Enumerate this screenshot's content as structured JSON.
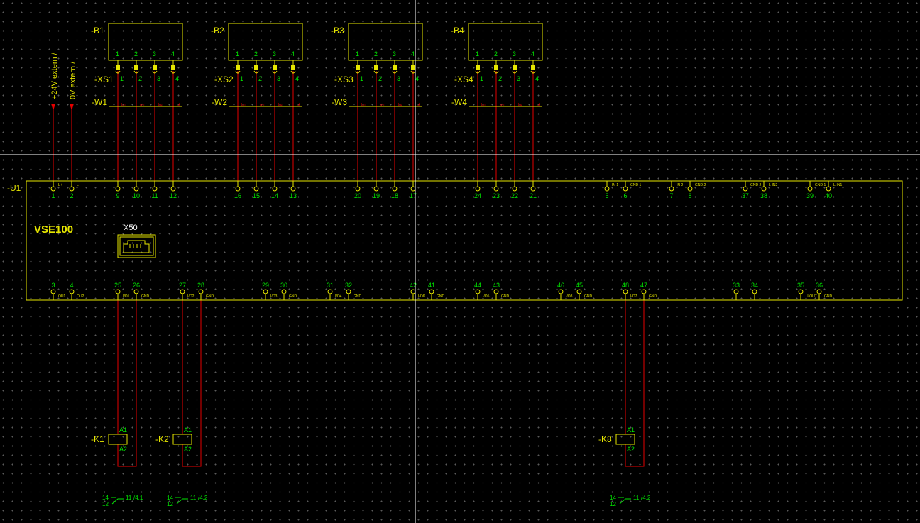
{
  "devices": {
    "sensors": [
      {
        "tag": "-B1",
        "xs": "-XS1",
        "w": "-W1"
      },
      {
        "tag": "-B2",
        "xs": "-XS2",
        "w": "-W2"
      },
      {
        "tag": "-B3",
        "xs": "-XS3",
        "w": "-W3"
      },
      {
        "tag": "-B4",
        "xs": "-XS4",
        "w": "-W4"
      }
    ],
    "sensor_pins": [
      "1",
      "2",
      "3",
      "4"
    ],
    "wire_colors": [
      "bn",
      "wh",
      "bu",
      "bk"
    ],
    "module_tag": "-U1",
    "module_name": "VSE100",
    "connector": "X50",
    "supply": [
      "+24V extern /",
      "0V extern /"
    ],
    "relays": [
      {
        "tag": "-K1",
        "a1": "A1",
        "a2": "A2",
        "contact": [
          "14",
          "11",
          "/4.1",
          "12"
        ]
      },
      {
        "tag": "-K2",
        "a1": "A1",
        "a2": "A2",
        "contact": [
          "14",
          "11",
          "/4.2",
          "12"
        ]
      },
      {
        "tag": "-K8",
        "a1": "A1",
        "a2": "A2",
        "contact": [
          "14",
          "11",
          "/4.2",
          "12"
        ]
      }
    ]
  },
  "top_terminals": [
    {
      "num": "1",
      "label": "L+"
    },
    {
      "num": "2",
      "label": "L-"
    },
    {
      "num": "9",
      "label": ""
    },
    {
      "num": "10",
      "label": ""
    },
    {
      "num": "11",
      "label": ""
    },
    {
      "num": "12",
      "label": ""
    },
    {
      "num": "16",
      "label": ""
    },
    {
      "num": "15",
      "label": ""
    },
    {
      "num": "14",
      "label": ""
    },
    {
      "num": "13",
      "label": ""
    },
    {
      "num": "20",
      "label": ""
    },
    {
      "num": "19",
      "label": ""
    },
    {
      "num": "18",
      "label": ""
    },
    {
      "num": "17",
      "label": ""
    },
    {
      "num": "24",
      "label": ""
    },
    {
      "num": "23",
      "label": ""
    },
    {
      "num": "22",
      "label": ""
    },
    {
      "num": "21",
      "label": ""
    },
    {
      "num": "5",
      "label": "IN 1"
    },
    {
      "num": "6",
      "label": "GND 1"
    },
    {
      "num": "7",
      "label": "IN 2"
    },
    {
      "num": "8",
      "label": "GND 2"
    },
    {
      "num": "37",
      "label": "GND 2"
    },
    {
      "num": "38",
      "label": "L-IN2"
    },
    {
      "num": "39",
      "label": "GND 1"
    },
    {
      "num": "40",
      "label": "L-IN1"
    }
  ],
  "bottom_terminals": [
    {
      "num": "3",
      "label": "OU1"
    },
    {
      "num": "4",
      "label": "OU2"
    },
    {
      "num": "25",
      "label": "I/O1"
    },
    {
      "num": "26",
      "label": "GND"
    },
    {
      "num": "27",
      "label": "I/O2"
    },
    {
      "num": "28",
      "label": "GND"
    },
    {
      "num": "29",
      "label": "I/O3"
    },
    {
      "num": "30",
      "label": "GND"
    },
    {
      "num": "31",
      "label": "I/O4"
    },
    {
      "num": "32",
      "label": "GND"
    },
    {
      "num": "42",
      "label": "I/O6"
    },
    {
      "num": "41",
      "label": "GND"
    },
    {
      "num": "44",
      "label": "I/O5"
    },
    {
      "num": "43",
      "label": "GND"
    },
    {
      "num": "46",
      "label": "I/O8"
    },
    {
      "num": "45",
      "label": "GND"
    },
    {
      "num": "48",
      "label": "I/O7"
    },
    {
      "num": "47",
      "label": "GND"
    },
    {
      "num": "33",
      "label": ""
    },
    {
      "num": "34",
      "label": ""
    },
    {
      "num": "35",
      "label": "U-OUT"
    },
    {
      "num": "36",
      "label": "GND"
    }
  ],
  "colors": {
    "symbol": "#e6e600",
    "label": "#00e600",
    "wire": "#e60000",
    "crosshair": "#ffffff",
    "grid": "#5a5a5a",
    "background": "#000000"
  }
}
